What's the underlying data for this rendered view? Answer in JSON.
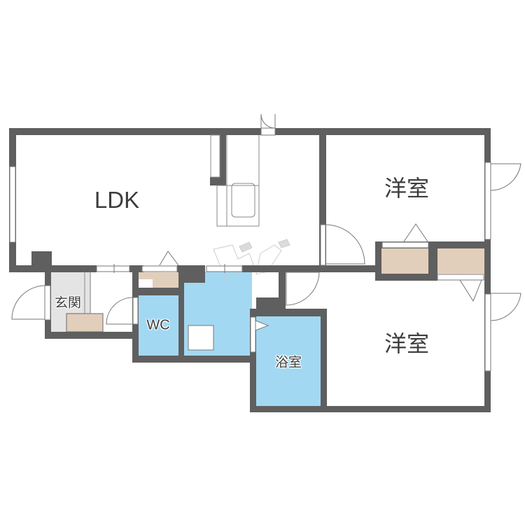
{
  "floor_plan": {
    "rooms": [
      {
        "id": "ldk",
        "label": "LDK"
      },
      {
        "id": "western_room_1",
        "label": "洋室"
      },
      {
        "id": "western_room_2",
        "label": "洋室"
      },
      {
        "id": "entrance",
        "label": "玄関"
      },
      {
        "id": "wc",
        "label": "WC"
      },
      {
        "id": "bathroom",
        "label": "浴室"
      },
      {
        "id": "washroom",
        "label": ""
      }
    ],
    "colors": {
      "wall": "#5f5f5f",
      "wet_area": "#a3d8f2",
      "storage": "#e2cfbb",
      "entrance_floor": "#e2e2e2",
      "window": "#ffffff",
      "line": "#6a6a6a",
      "watermark": "#d6d6d6"
    }
  }
}
